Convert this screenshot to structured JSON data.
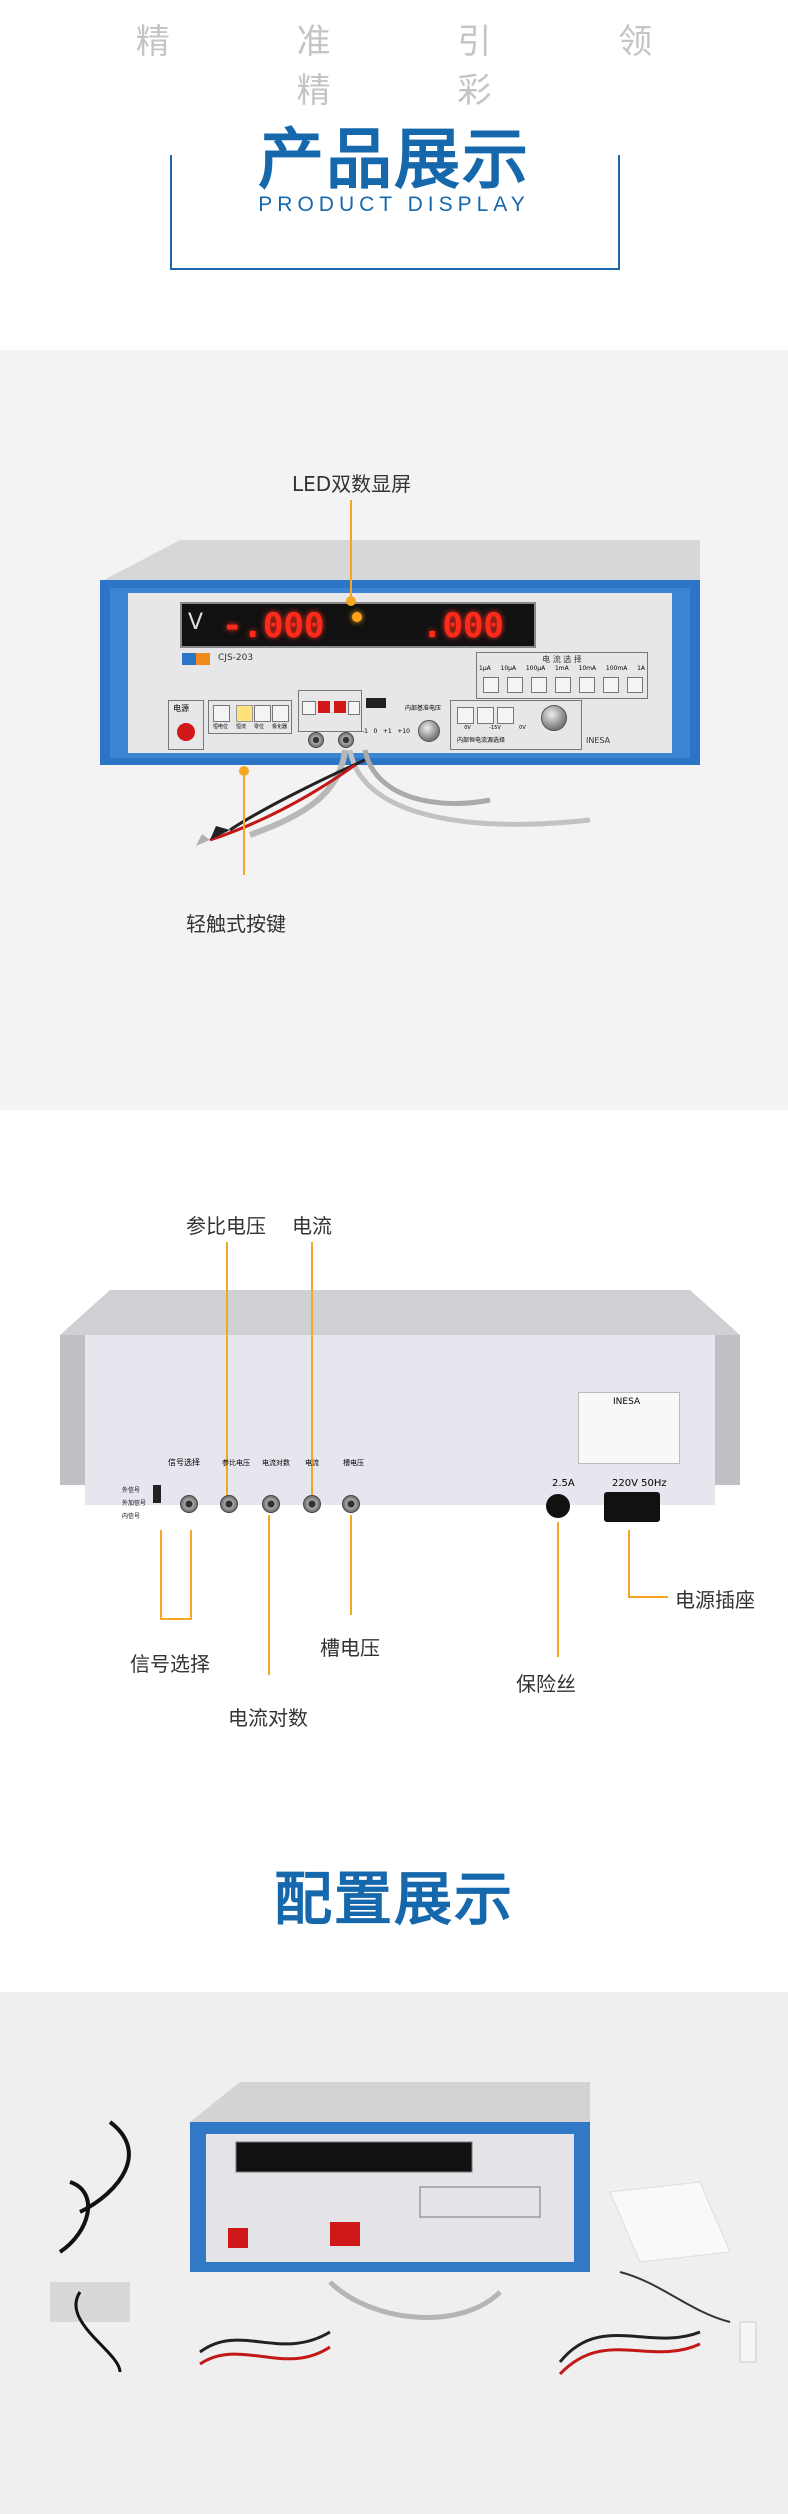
{
  "header": {
    "tagline": "精 准 引 领 精 彩",
    "title": "产品展示",
    "subtitle": "PRODUCT  DISPLAY"
  },
  "front_panel": {
    "callouts": {
      "display": "LED双数显屏",
      "buttons": "轻触式按键"
    },
    "display_left": "-.000",
    "display_right": ".000",
    "display_prefix": "V",
    "brand_text": "CJS-203",
    "current_select_label": "电 流 选 择",
    "current_ranges": [
      "1μA",
      "10μA",
      "100μA",
      "1mA",
      "10mA",
      "100mA",
      "1A"
    ],
    "power_label": "电源",
    "internal_label": "内部恒电流源选择",
    "logo_text": "INESA",
    "switch_labels": [
      "恒电位",
      "恒流",
      "零位",
      "极化器"
    ],
    "mode_labels": [
      "-1",
      "0",
      "+1",
      "+10"
    ],
    "ref_label": "内部基准电压",
    "internal_sources": [
      "0V",
      "-15V",
      "0V"
    ]
  },
  "back_panel": {
    "callouts": {
      "ref_voltage": "参比电压",
      "current": "电流",
      "signal_select": "信号选择",
      "cell_voltage": "槽电压",
      "current_log": "电流对数",
      "fuse": "保险丝",
      "power_socket": "电源插座"
    },
    "fuse_rating": "2.5A",
    "socket_rating": "220V  50Hz",
    "label_brand": "INESA",
    "panel_labels": [
      "信号选择",
      "参比电压",
      "电流对数",
      "电流",
      "槽电压"
    ],
    "side_labels": [
      "外信号",
      "外加信号",
      "内信号"
    ]
  },
  "config": {
    "title": "配置展示"
  }
}
